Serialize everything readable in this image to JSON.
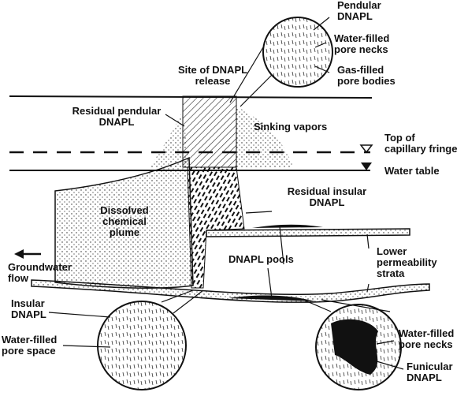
{
  "labels": {
    "pendular_dnapl": "Pendular\nDNAPL",
    "water_filled_pore_necks_top": "Water-filled\npore necks",
    "gas_filled_pore_bodies": "Gas-filled\npore bodies",
    "site_of_release": "Site of DNAPL\nrelease",
    "residual_pendular": "Residual pendular\nDNAPL",
    "sinking_vapors": "Sinking vapors",
    "top_capillary_fringe": "Top of\ncapillary fringe",
    "water_table": "Water table",
    "residual_insular": "Residual insular\nDNAPL",
    "dissolved_plume": "Dissolved\nchemical\nplume",
    "groundwater_flow": "Groundwater\nflow",
    "dnapl_pools": "DNAPL pools",
    "lower_permeability": "Lower\npermeability\nstrata",
    "insular_dnapl": "Insular\nDNAPL",
    "water_filled_pore_space": "Water-filled\npore space",
    "water_filled_pore_necks_bottom": "Water-filled\npore necks",
    "funicular_dnapl": "Funicular\nDNAPL"
  },
  "colors": {
    "ink": "#111111",
    "background": "#ffffff"
  }
}
